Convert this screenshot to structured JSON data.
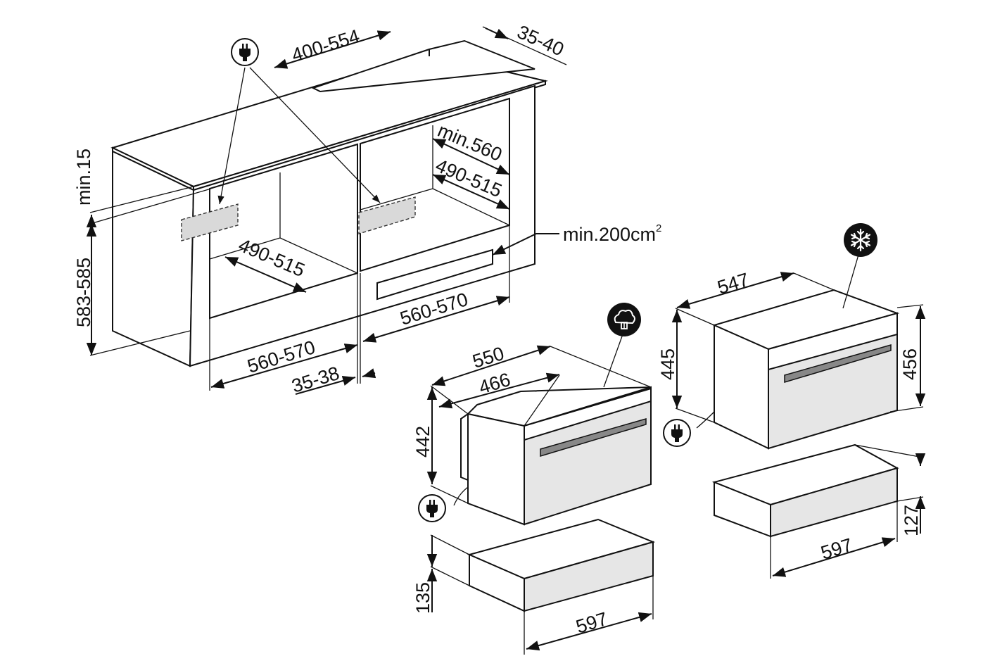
{
  "dimensions": {
    "top_depth": "400-554",
    "top_overhang": "35-40",
    "min_top_gap": "min.15",
    "cabinet_height": "583-585",
    "left_cavity_depth": "490-515",
    "left_cavity_width": "560-570",
    "right_cavity_min_depth": "min.560",
    "right_cavity_depth": "490-515",
    "right_cavity_width": "560-570",
    "vent_area_value": "min.200cm",
    "vent_area_exp": "2",
    "front_setback": "35-38",
    "oven_a_depth": "550",
    "oven_a_body_depth": "466",
    "oven_a_height": "442",
    "drawer_a_height": "135",
    "drawer_a_width": "597",
    "oven_b_depth": "547",
    "oven_b_body_height": "445",
    "oven_b_height": "456",
    "drawer_b_height": "127",
    "drawer_b_width": "597"
  },
  "icons": {
    "plug": "plug-icon",
    "steam": "steam-cloud-icon",
    "snow": "snowflake-icon"
  },
  "colors": {
    "line": "#111111",
    "panel_fill": "#e6e6e6",
    "icon_fill": "#111111"
  }
}
